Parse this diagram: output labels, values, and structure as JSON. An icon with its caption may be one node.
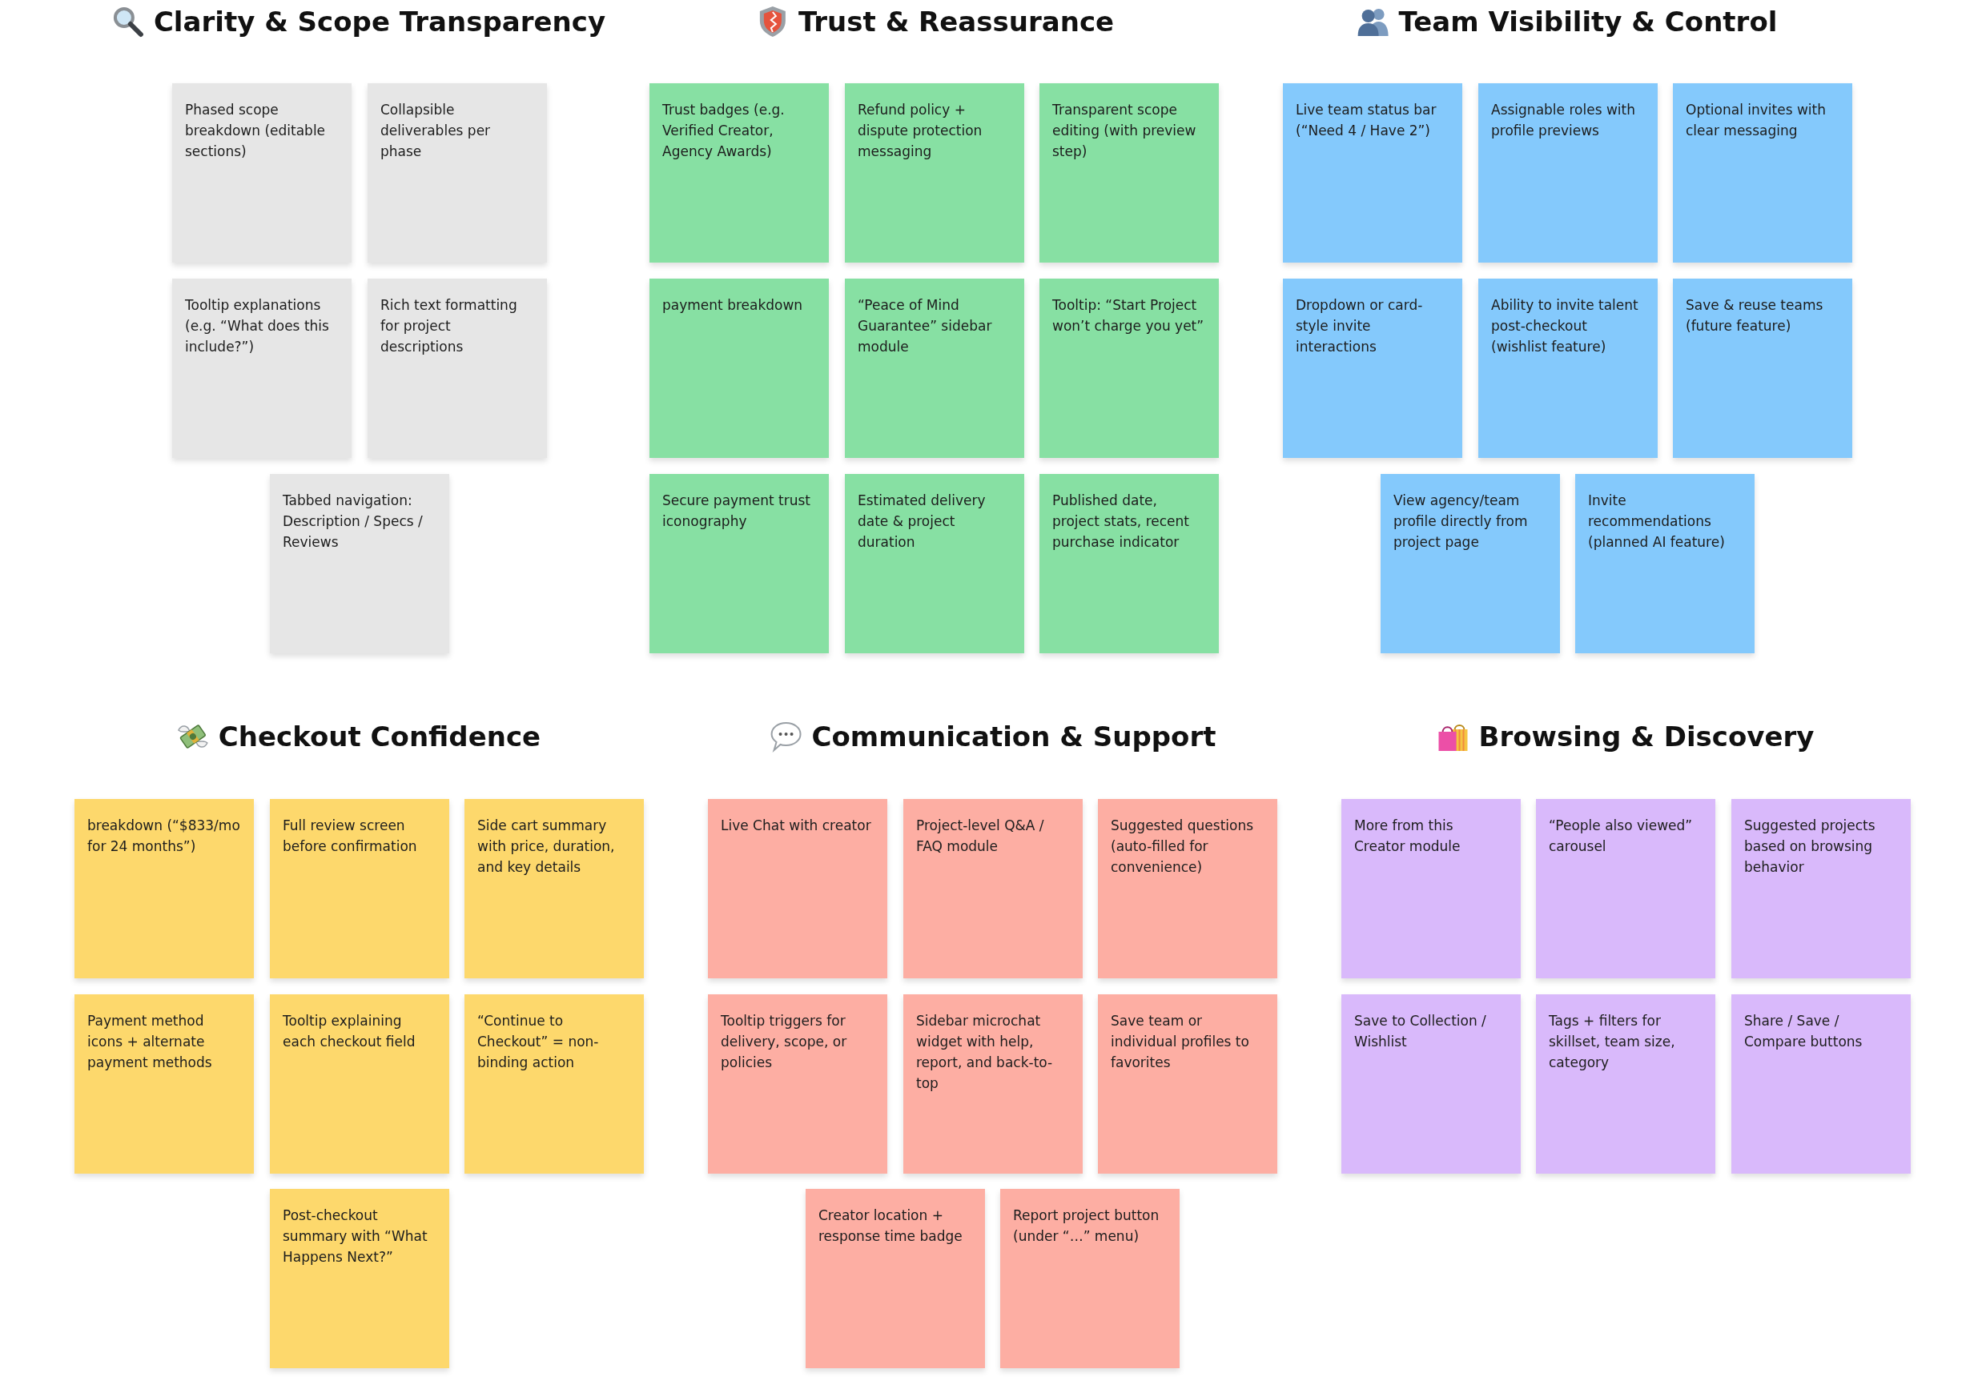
{
  "diagram": {
    "nodes": [
      {
        "text": [
          "Phased scope breakdown (editable sections)"
        ]
      },
      {
        "text": [
          "Collapsible deliverables per phase"
        ]
      },
      {
        "text": [
          "Tooltip explanations (e.g. “What does this include?”)"
        ]
      },
      {
        "text": [
          "Rich text formatting for project descriptions"
        ]
      },
      {
        "text": [
          "Tabbed navigation: Description / Specs / Reviews"
        ]
      },
      {
        "text": [
          "Trust badges (e.g. Verified Creator, Agency Awards)"
        ]
      },
      {
        "text": [
          "Refund policy + dispute protection messaging"
        ]
      },
      {
        "text": [
          "Transparent scope editing (with preview step)"
        ]
      },
      {
        "text": [
          "payment breakdown"
        ]
      },
      {
        "text": [
          "“Peace of Mind Guarantee” sidebar module"
        ]
      },
      {
        "text": [
          "Tooltip: “Start Project won’t charge you yet”"
        ]
      },
      {
        "text": [
          "Secure payment trust iconography"
        ]
      },
      {
        "text": [
          "Estimated delivery date & project duration"
        ]
      },
      {
        "text": [
          "Published date, project stats, recent purchase indicator"
        ]
      },
      {
        "text": [
          "Live team status bar (“Need 4 / Have 2”)"
        ]
      },
      {
        "text": [
          "Assignable roles with profile previews"
        ]
      },
      {
        "text": [
          "Optional invites with clear messaging"
        ]
      },
      {
        "text": [
          "Dropdown or card-style invite interactions"
        ]
      },
      {
        "text": [
          "Ability to invite talent post-checkout (wishlist feature)"
        ]
      },
      {
        "text": [
          "Save & reuse teams (future feature)"
        ]
      },
      {
        "text": [
          "View agency/team profile directly from project page"
        ]
      },
      {
        "text": [
          "Invite recommendations (planned AI feature)"
        ]
      },
      {
        "text": [
          "breakdown (“$833/mo for 24 months”)"
        ]
      },
      {
        "text": [
          "Full review screen before confirmation"
        ]
      },
      {
        "text": [
          "Side cart summary with price, duration, and key details"
        ]
      },
      {
        "text": [
          "Payment method icons + alternate payment methods"
        ]
      },
      {
        "text": [
          "Tooltip explaining each checkout field"
        ]
      },
      {
        "text": [
          "“Continue to Checkout” = non-binding action"
        ]
      },
      {
        "text": [
          "Post-checkout summary with “What Happens Next?”"
        ]
      },
      {
        "text": [
          "Live Chat with creator"
        ]
      },
      {
        "text": [
          "Project-level Q&A / FAQ module"
        ]
      },
      {
        "text": [
          "Suggested questions (auto-filled for convenience)"
        ]
      },
      {
        "text": [
          "Tooltip triggers for delivery, scope, or policies"
        ]
      },
      {
        "text": [
          "Sidebar microchat widget with help, report, and back-to-top"
        ]
      },
      {
        "text": [
          "Save team or individual profiles to favorites"
        ]
      },
      {
        "text": [
          "Creator location + response time badge"
        ]
      },
      {
        "text": [
          "Report project button (under “…” menu)"
        ]
      },
      {
        "text": [
          "More from this Creator module"
        ]
      },
      {
        "text": [
          "“People also viewed” carousel"
        ]
      },
      {
        "text": [
          "Suggested projects based on browsing behavior"
        ]
      },
      {
        "text": [
          "Save to Collection / Wishlist"
        ]
      },
      {
        "text": [
          "Tags + filters for skillset, team size, category"
        ]
      },
      {
        "text": [
          "Share / Save / Compare buttons"
        ]
      }
    ],
    "labels": [
      "Clarity & Scope Transparency",
      "Trust & Reassurance",
      "Team Visibility & Control",
      "Checkout Confidence",
      "Communication & Support",
      "Browsing & Discovery"
    ]
  }
}
